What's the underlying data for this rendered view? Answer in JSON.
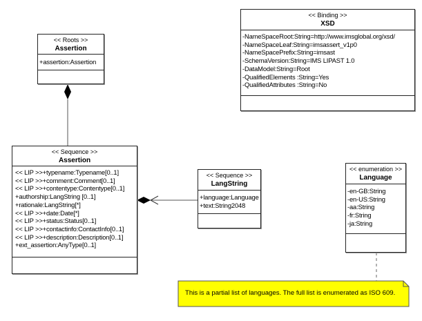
{
  "diagram": {
    "type": "UML class diagram",
    "classes": [
      {
        "id": "roots-assertion",
        "stereotype": "<< Roots >>",
        "name": "Assertion",
        "attributes": [
          "+assertion:Assertion"
        ],
        "operations": []
      },
      {
        "id": "sequence-assertion",
        "stereotype": "<< Sequence >>",
        "name": "Assertion",
        "attributes": [
          "<< LIP >>+typename:Typename[0..1]",
          "<< LIP >>+comment:Comment[0..1]",
          "<< LIP >>+contentype:Contentype[0..1]",
          "+authorship:LangString [0..1]",
          "+rationale:LangString[*]",
          "<< LIP >>+date:Date[*]",
          "<< LIP >>+status:Status[0..1]",
          "<< LIP >>+contactinfo:ContactInfo[0..1]",
          "<< LIP >>+description:Description[0..1]",
          "+ext_assertion:AnyType[0..1]"
        ],
        "operations": []
      },
      {
        "id": "langstring",
        "stereotype": "<< Sequence >>",
        "name": "LangString",
        "attributes": [
          "+language:Language",
          "+text:String2048"
        ],
        "operations": []
      },
      {
        "id": "binding-xsd",
        "stereotype": "<< Binding >>",
        "name": "XSD",
        "attributes": [
          "-NameSpaceRoot:String=http://www.imsglobal.org/xsd/",
          "-NameSpaceLeaf:String=imsassert_v1p0",
          "-NameSpacePrefix:String=imsast",
          "-SchemaVersion:String=IMS LIPAST 1.0",
          "-DataModel:String=Root",
          "-QualifiedElements :String=Yes",
          "-QualifiedAttributes :String=No"
        ],
        "operations": []
      },
      {
        "id": "language-enum",
        "stereotype": "<< enumeration >>",
        "name": "Language",
        "attributes": [
          "-en-GB:String",
          "-en-US:String",
          "-aa:String",
          "-fr:String",
          "-ja:String"
        ],
        "operations": []
      }
    ],
    "relationships": [
      {
        "type": "composition",
        "from": "roots-assertion",
        "to": "sequence-assertion"
      },
      {
        "type": "composition",
        "from": "sequence-assertion",
        "to": "langstring",
        "navigable": true
      },
      {
        "type": "note-anchor",
        "from": "language-enum",
        "to": "note"
      }
    ],
    "note": {
      "text": "This is a partial list of languages.  The full list is enumerated as ISO 609.",
      "color": "#ffff00"
    }
  }
}
